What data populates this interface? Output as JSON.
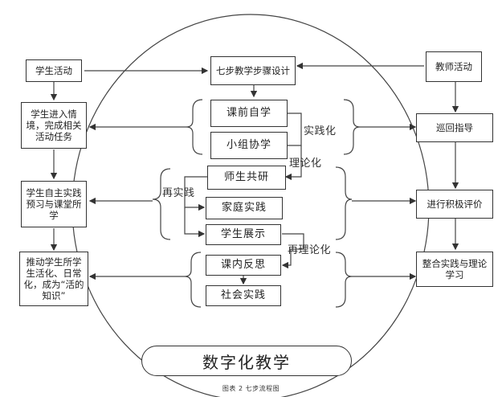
{
  "diagram": {
    "top": "七步教学步骤设计",
    "left": [
      "学生活动",
      "学生进入情境，完成相关活动任务",
      "学生自主实践预习与课堂所学",
      "推动学生所学生活化、日常化，成为“活的知识”"
    ],
    "right": [
      "教师活动",
      "巡回指导",
      "进行积极评价",
      "整合实践与理论学习"
    ],
    "steps": [
      "课前自学",
      "小组协学",
      "师生共研",
      "家庭实践",
      "学生展示",
      "课内反思",
      "社会实践"
    ],
    "tags": [
      "实践化",
      "理论化",
      "再实践",
      "再理论化"
    ],
    "banner": "数字化教学",
    "caption": "图表 2    七步流程图"
  }
}
